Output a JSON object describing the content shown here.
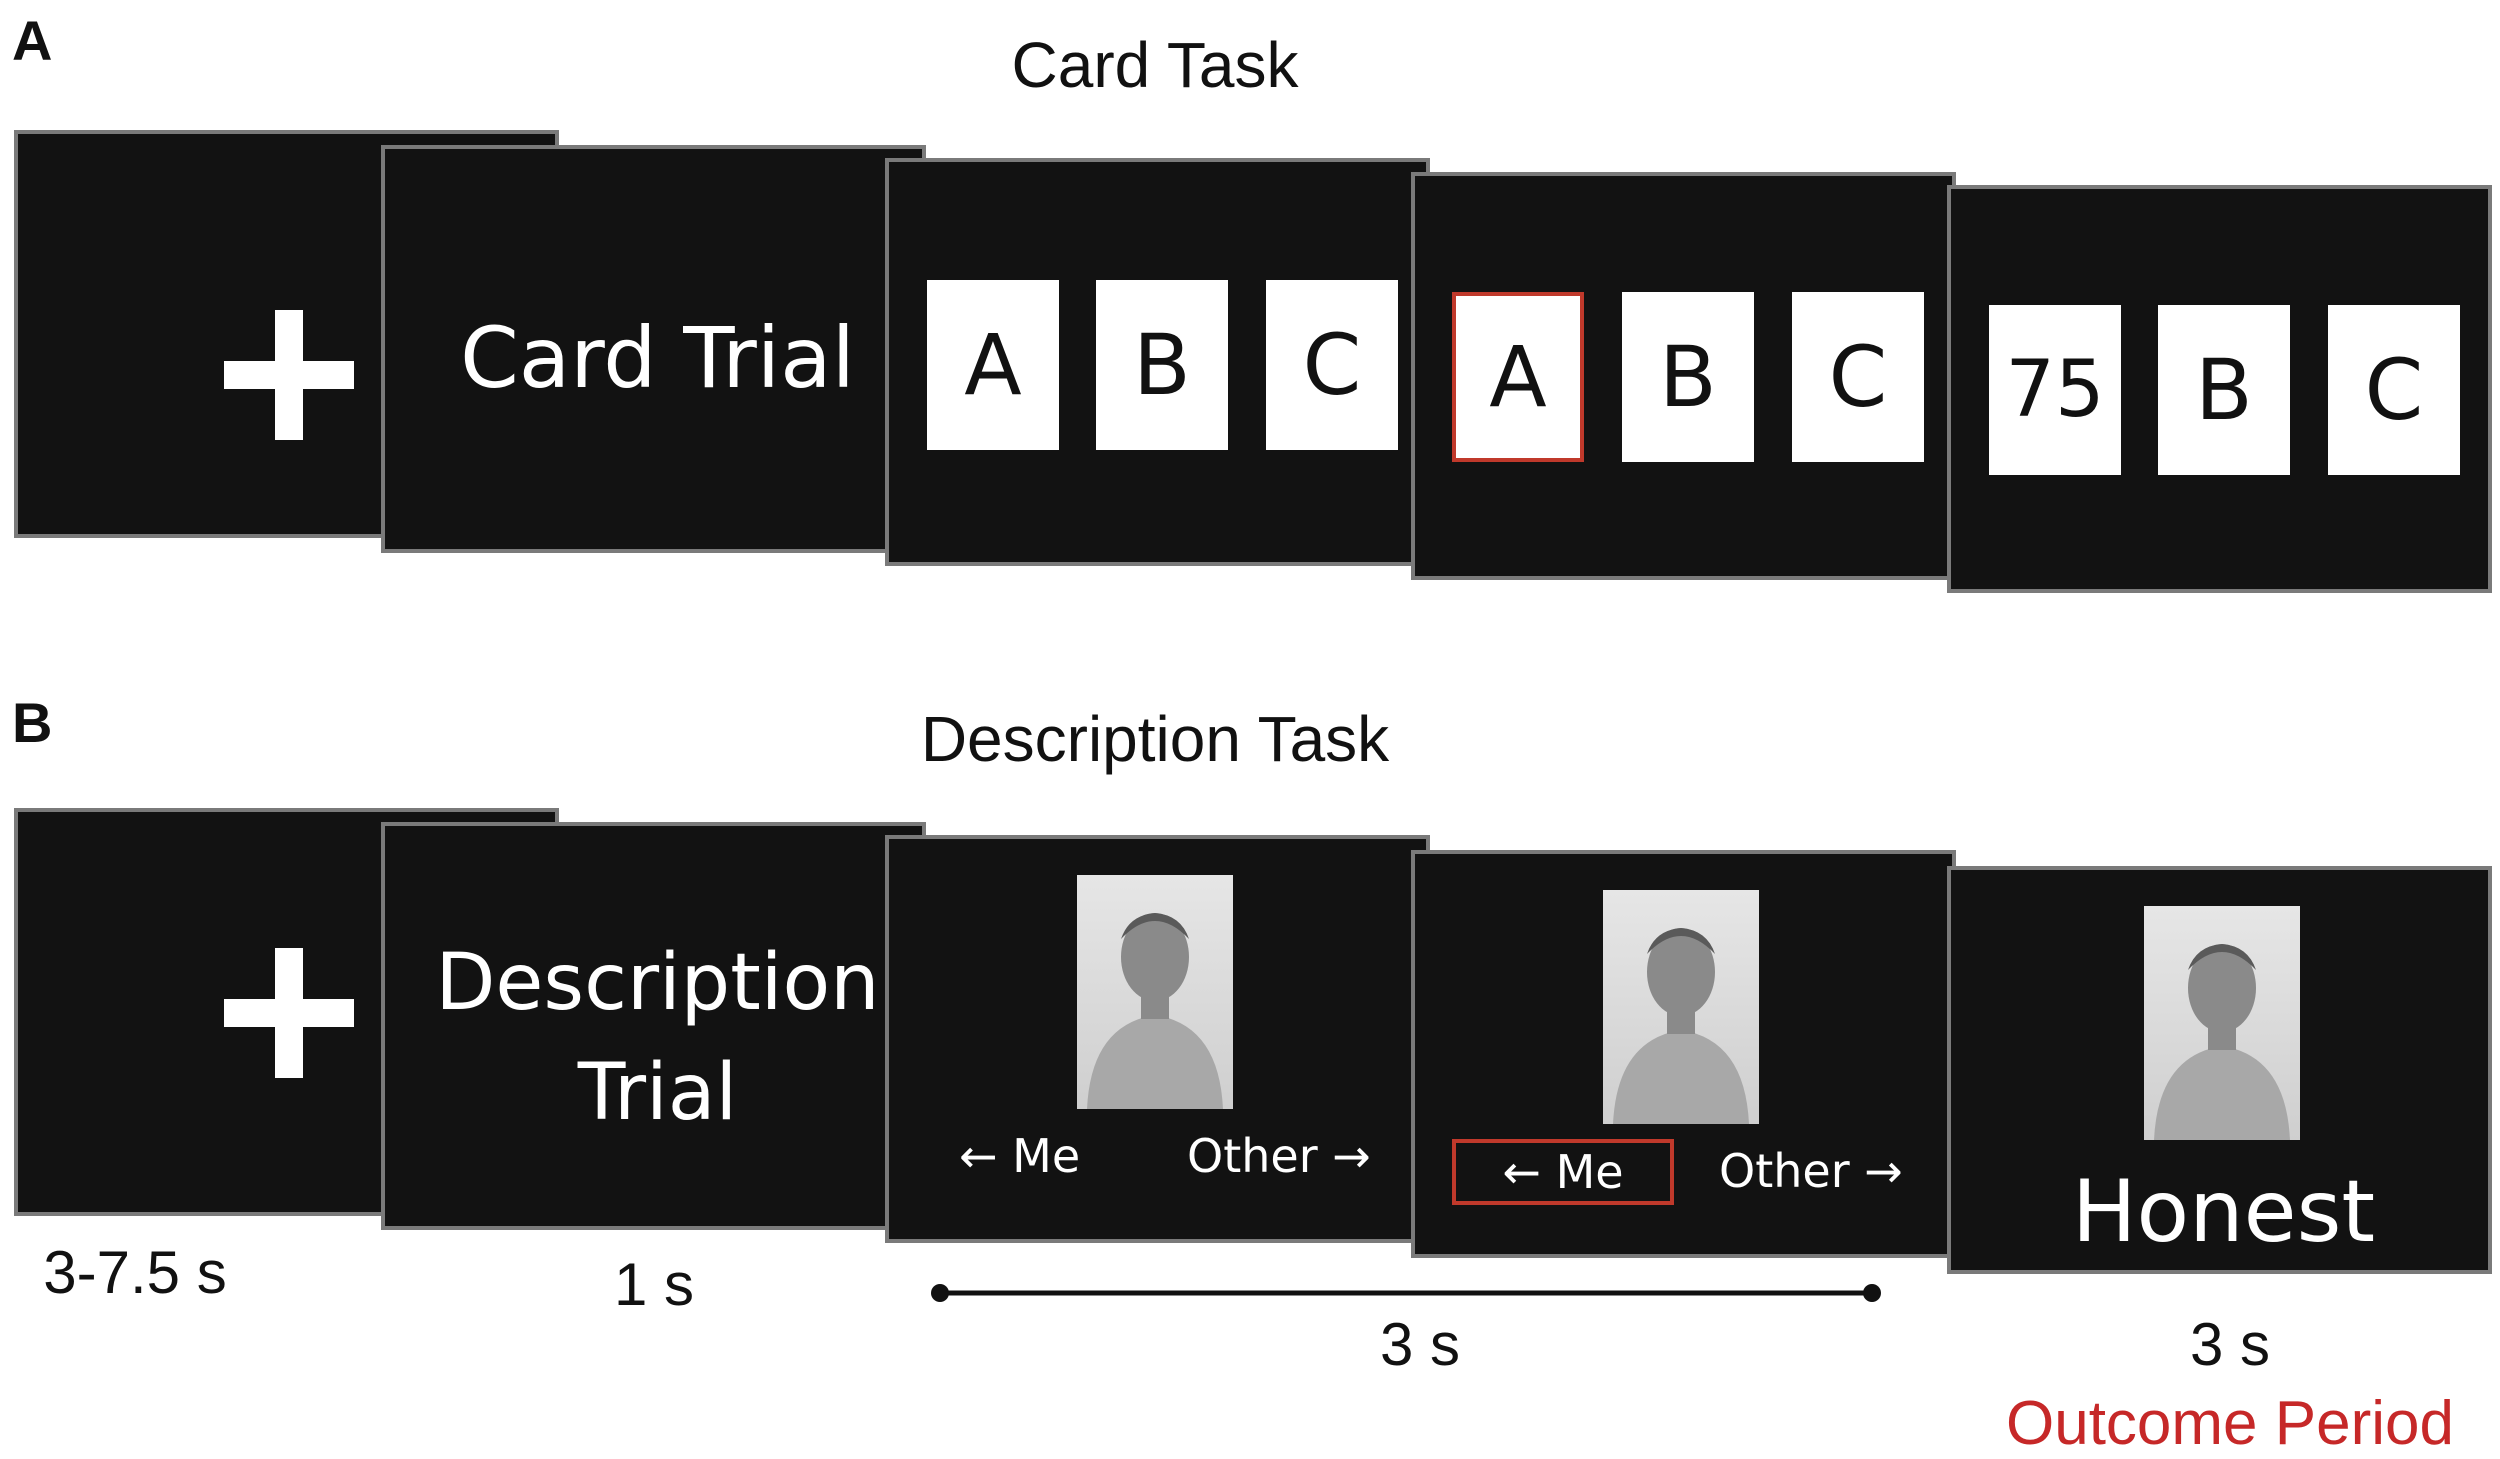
{
  "panel_a": {
    "label": "A",
    "title": "Card Task",
    "trial_label": "Card Trial",
    "choice_cards": [
      "A",
      "B",
      "C"
    ],
    "selected_cards": [
      "A",
      "B",
      "C"
    ],
    "outcome_cards": [
      "75",
      "B",
      "C"
    ]
  },
  "panel_b": {
    "label": "B",
    "title": "Description Task",
    "trial_label_line1": "Description",
    "trial_label_line2": "Trial",
    "left_option": "← Me",
    "right_option": "Other →",
    "outcome_word": "Honest",
    "timings": {
      "fixation": "3-7.5 s",
      "cue": "1 s",
      "choice": "3 s",
      "outcome": "3 s"
    },
    "outcome_period_label": "Outcome Period"
  },
  "colors": {
    "screen_bg": "#121212",
    "selection_outline": "#c0392b",
    "outcome_label": "#c62828"
  }
}
